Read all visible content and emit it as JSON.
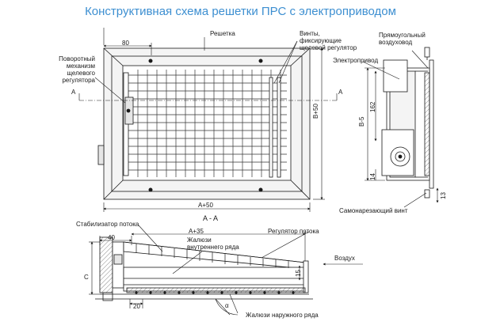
{
  "title": "Конструктивная схема решетки ПРС с электроприводом",
  "front_view": {
    "label_grille": "Решетка",
    "label_screws": "Винты, фиксирующие щелевой регулятор",
    "label_rotary_l1": "Поворотный",
    "label_rotary_l2": "механизм",
    "label_rotary_l3": "щелевого",
    "label_rotary_l4": "регулятора",
    "dim_80": "80",
    "dim_width": "A+50",
    "dim_height": "B+50",
    "section_mark_left": "A",
    "section_mark_right": "A"
  },
  "side_view": {
    "label_duct_l1": "Прямоугольный",
    "label_duct_l2": "воздуховод",
    "label_actuator": "Электропривод",
    "label_screw": "Самонарезающий винт",
    "dim_b5": "B-5",
    "dim_162": "162",
    "dim_14": "14",
    "dim_13": "13"
  },
  "section": {
    "title": "A - A",
    "label_stabilizer": "Стабилизатор потока",
    "label_regulator": "Регулятор потока",
    "label_inner_l1": "Жалюзи",
    "label_inner_l2": "внутреннего ряда",
    "label_outer": "Жалюзи наружного ряда",
    "label_air": "Воздух",
    "dim_40": "40",
    "dim_a35": "A+35",
    "dim_c": "C",
    "dim_15": "15",
    "dim_20": "20",
    "dim_angle": "α"
  }
}
